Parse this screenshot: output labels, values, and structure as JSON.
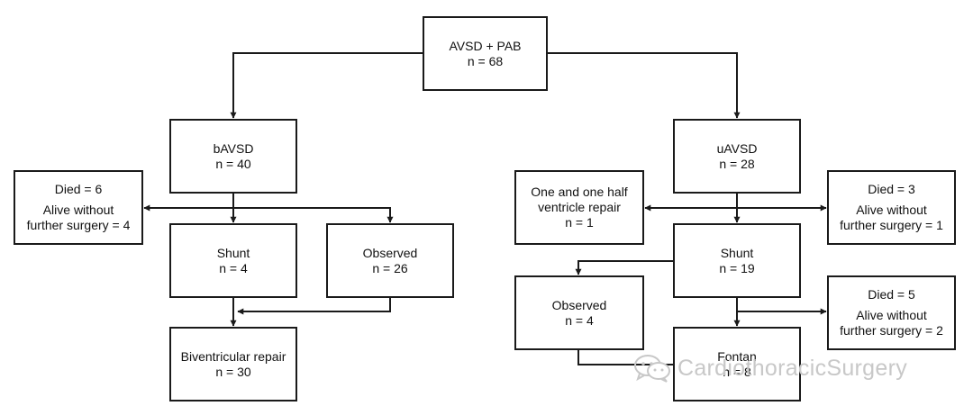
{
  "boxes": {
    "root": {
      "line1": "AVSD + PAB",
      "line2": "n = 68"
    },
    "bavsd": {
      "line1": "bAVSD",
      "line2": "n = 40"
    },
    "uavsd": {
      "line1": "uAVSD",
      "line2": "n = 28"
    },
    "left_died": {
      "line1": "Died = 6",
      "line2": "Alive without",
      "line3": "further surgery = 4"
    },
    "left_shunt": {
      "line1": "Shunt",
      "line2": "n = 4"
    },
    "left_observed": {
      "line1": "Observed",
      "line2": "n = 26"
    },
    "biventricular": {
      "line1": "Biventricular repair",
      "line2": "n = 30"
    },
    "one_half": {
      "line1": "One and one half",
      "line2": "ventricle repair",
      "line3": "n = 1"
    },
    "right_died_top": {
      "line1": "Died = 3",
      "line2": "Alive without",
      "line3": "further surgery = 1"
    },
    "right_shunt": {
      "line1": "Shunt",
      "line2": "n = 19"
    },
    "right_observed": {
      "line1": "Observed",
      "line2": "n = 4"
    },
    "right_died_bottom": {
      "line1": "Died = 5",
      "line2": "Alive without",
      "line3": "further surgery = 2"
    },
    "fontan": {
      "line1": "Fontan",
      "line2": "n = 8"
    }
  },
  "watermark": {
    "text": "CardiothoracicSurgery",
    "icon": "wechat-icon"
  },
  "colors": {
    "line": "#1a1a1a",
    "watermark": "#c8c8c8"
  }
}
